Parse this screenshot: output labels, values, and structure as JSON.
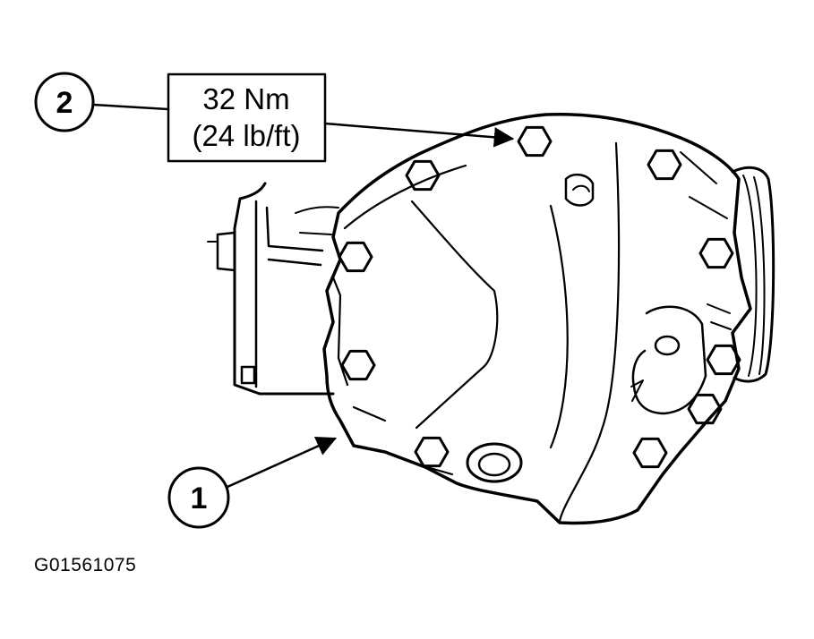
{
  "callouts": [
    {
      "number": "2",
      "label_lines": [
        "32 Nm",
        "(24 lb/ft)"
      ]
    },
    {
      "number": "1"
    }
  ],
  "figure_id": "G01561075"
}
